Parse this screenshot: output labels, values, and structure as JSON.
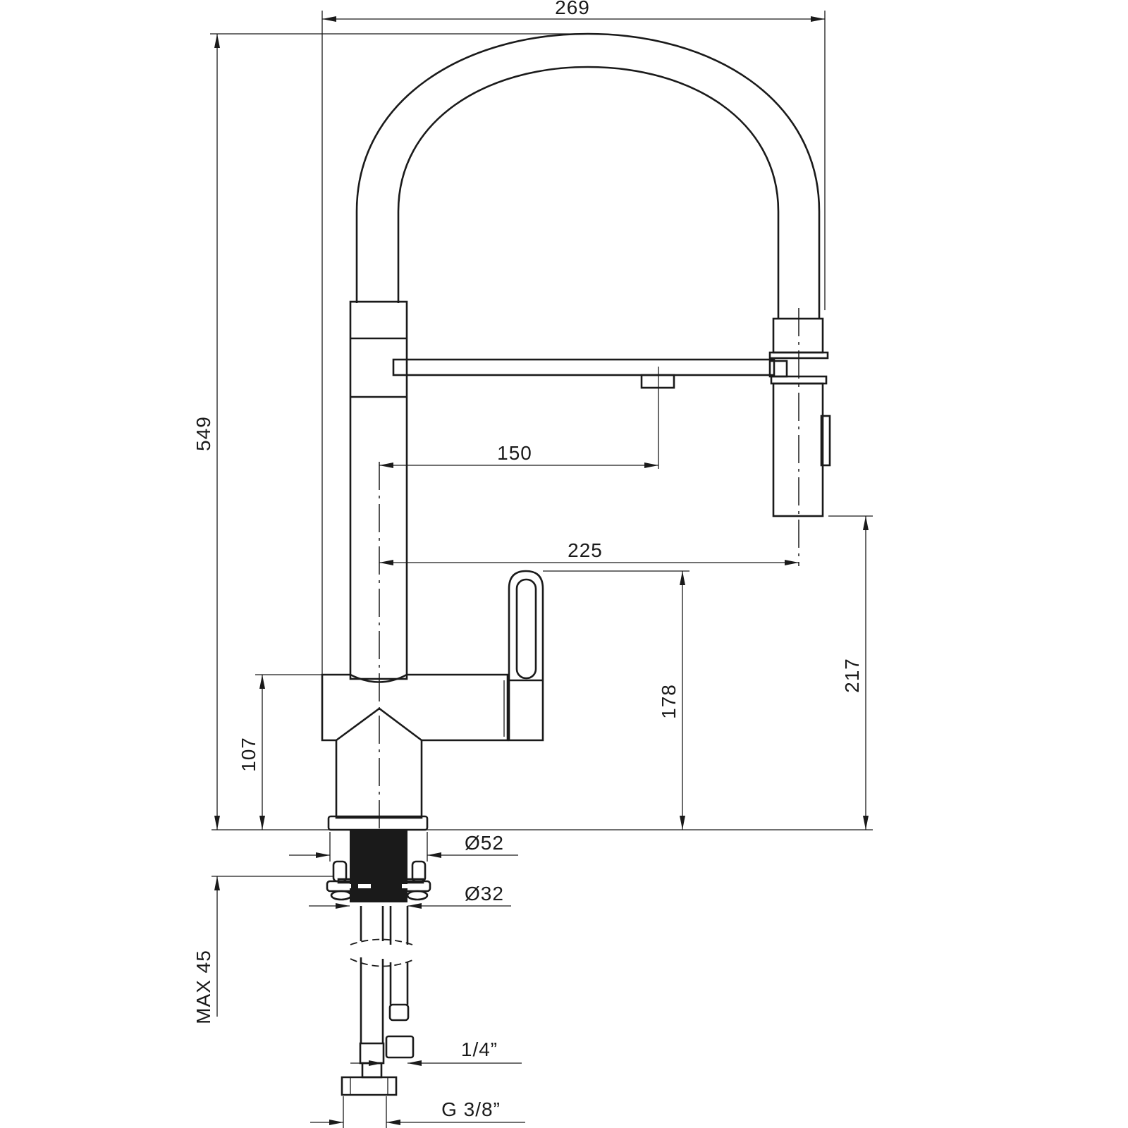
{
  "drawing": {
    "dimensions": {
      "total_width": "269",
      "total_height": "549",
      "spout_aerator_reach": "150",
      "spray_head_reach": "225",
      "body_height": "107",
      "lever_height": "178",
      "spray_outlet_height": "217",
      "base_diameter": "Ø52",
      "shank_diameter": "Ø32",
      "max_counter_thickness": "MAX 45",
      "small_hose_thread": "1/4”",
      "hose_connection_thread": "G 3/8”"
    },
    "colors": {
      "line": "#1a1a1a",
      "background": "#ffffff"
    }
  }
}
